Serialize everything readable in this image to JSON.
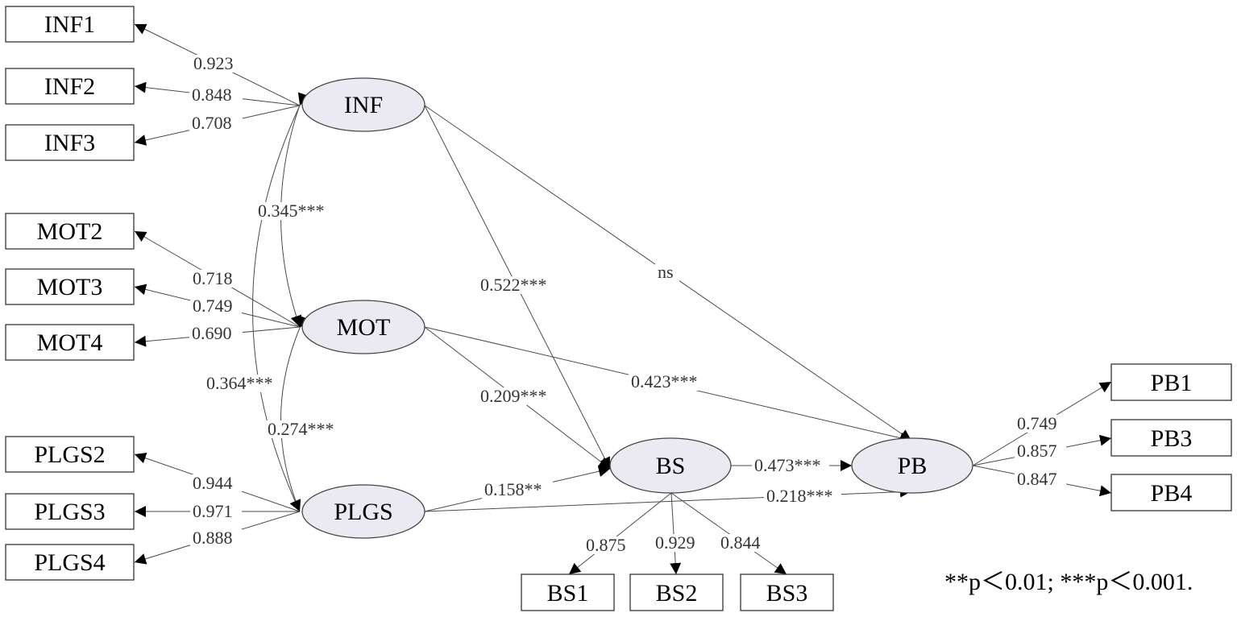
{
  "colors": {
    "latent_fill": "#ebe9f2",
    "stroke": "#333333"
  },
  "latents": {
    "inf": "INF",
    "mot": "MOT",
    "plgs": "PLGS",
    "bs": "BS",
    "pb": "PB"
  },
  "indicators": {
    "inf1": "INF1",
    "inf2": "INF2",
    "inf3": "INF3",
    "mot2": "MOT2",
    "mot3": "MOT3",
    "mot4": "MOT4",
    "plgs2": "PLGS2",
    "plgs3": "PLGS3",
    "plgs4": "PLGS4",
    "bs1": "BS1",
    "bs2": "BS2",
    "bs3": "BS3",
    "pb1": "PB1",
    "pb3": "PB3",
    "pb4": "PB4"
  },
  "loadings": {
    "inf1": "0.923",
    "inf2": "0.848",
    "inf3": "0.708",
    "mot2": "0.718",
    "mot3": "0.749",
    "mot4": "0.690",
    "plgs2": "0.944",
    "plgs3": "0.971",
    "plgs4": "0.888",
    "bs1": "0.875",
    "bs2": "0.929",
    "bs3": "0.844",
    "pb1": "0.749",
    "pb3": "0.857",
    "pb4": "0.847"
  },
  "correlations": {
    "inf_mot": "0.345***",
    "inf_plgs": "0.364***",
    "mot_plgs": "0.274***"
  },
  "paths": {
    "inf_bs": "0.522***",
    "inf_pb": "ns",
    "mot_bs": "0.209***",
    "mot_pb": "0.423***",
    "plgs_bs": "0.158**",
    "plgs_pb": "0.218***",
    "bs_pb": "0.473***"
  },
  "note": "**p＜0.01; ***p＜0.001."
}
